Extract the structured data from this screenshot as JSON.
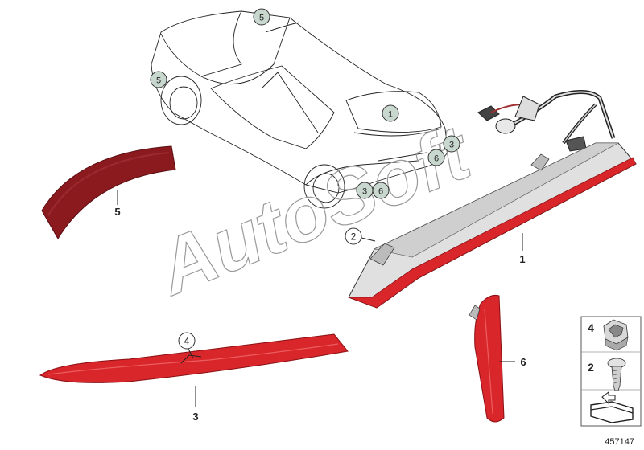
{
  "watermark": "AutoSoft",
  "car_callouts": [
    "5",
    "5",
    "1",
    "3",
    "6",
    "3",
    "6"
  ],
  "part_labels": {
    "p1": "1",
    "p2": "2",
    "p3": "3",
    "p4": "4",
    "p5": "5",
    "p6": "6"
  },
  "legend": [
    {
      "num": "4",
      "icon": "clip-nut-icon"
    },
    {
      "num": "2",
      "icon": "screw-icon"
    }
  ],
  "diagram_id": "457147",
  "colors": {
    "reflector_dark": "#8b1a1f",
    "reflector_red": "#d8262b",
    "callout_fill": "#c8d8cf",
    "line": "#222222"
  }
}
